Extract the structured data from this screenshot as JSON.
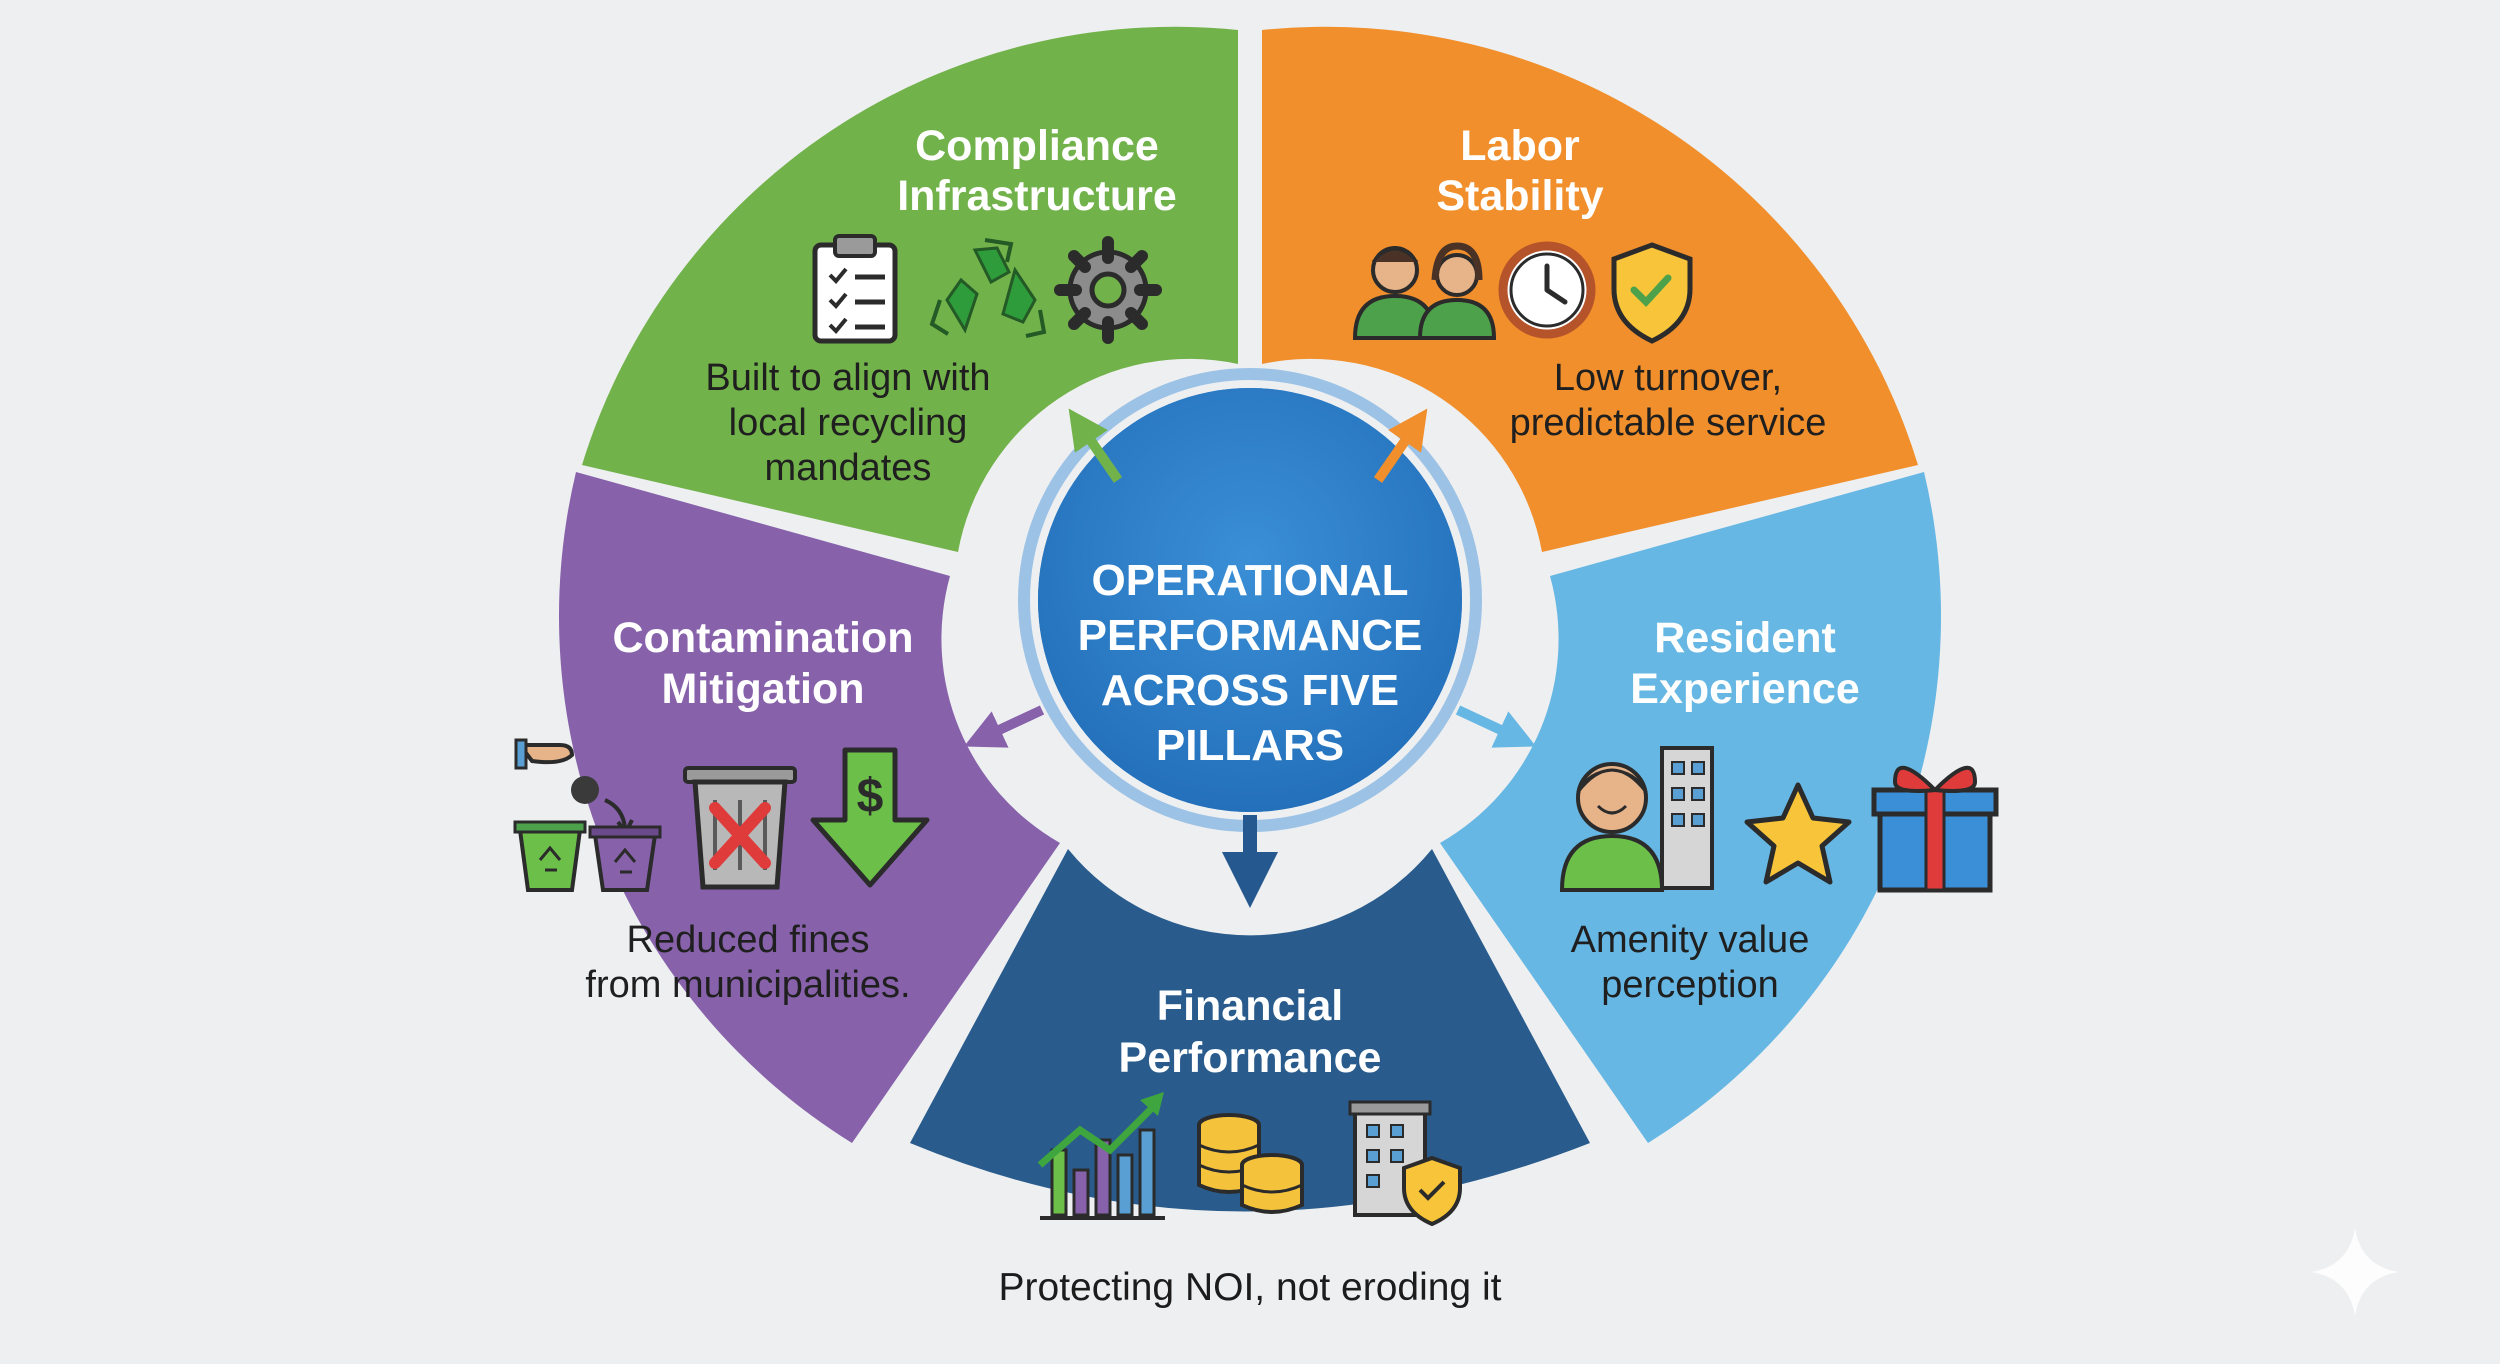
{
  "center": {
    "lines": [
      "OPERATIONAL",
      "PERFORMANCE",
      "ACROSS FIVE",
      "PILLARS"
    ],
    "color": "#2b7fc9"
  },
  "pillars": {
    "compliance": {
      "title": [
        "Compliance",
        "Infrastructure"
      ],
      "description": [
        "Built to align with",
        "local recycling",
        "mandates"
      ],
      "color": "#72b24b",
      "icons": [
        "checklist-clipboard-icon",
        "recycle-icon",
        "gear-icon"
      ]
    },
    "labor": {
      "title": [
        "Labor",
        "Stability"
      ],
      "description": [
        "Low turnover,",
        "predictable service"
      ],
      "color": "#f08f2c",
      "icons": [
        "workers-icon",
        "clock-icon",
        "shield-check-icon"
      ]
    },
    "resident": {
      "title": [
        "Resident",
        "Experience"
      ],
      "description": [
        "Amenity value",
        "perception"
      ],
      "color": "#66b7e3",
      "icons": [
        "resident-building-icon",
        "star-icon",
        "gift-icon"
      ]
    },
    "financial": {
      "title": [
        "Financial",
        "Performance"
      ],
      "description": [
        "Protecting NOI, not eroding it"
      ],
      "color": "#295c8c",
      "icons": [
        "growth-chart-icon",
        "coin-stack-icon",
        "secured-building-icon"
      ]
    },
    "contamination": {
      "title": [
        "Contamination",
        "Mitigation"
      ],
      "description": [
        "Reduced fines",
        "from municipalities."
      ],
      "color": "#8762ab",
      "icons": [
        "sorting-bins-icon",
        "no-trash-icon",
        "cost-down-icon"
      ]
    }
  }
}
